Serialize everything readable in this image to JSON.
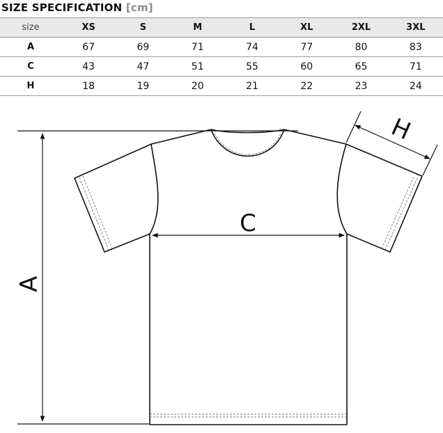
{
  "header": {
    "title": "SIZE SPECIFICATION",
    "unit": "[cm]"
  },
  "table": {
    "corner_label": "size",
    "columns": [
      "XS",
      "S",
      "M",
      "L",
      "XL",
      "2XL",
      "3XL"
    ],
    "rows": [
      {
        "label": "A",
        "values": [
          "67",
          "69",
          "71",
          "74",
          "77",
          "80",
          "83"
        ]
      },
      {
        "label": "C",
        "values": [
          "43",
          "47",
          "51",
          "55",
          "60",
          "65",
          "71"
        ]
      },
      {
        "label": "H",
        "values": [
          "18",
          "19",
          "20",
          "21",
          "22",
          "23",
          "24"
        ]
      }
    ]
  },
  "diagram": {
    "length_label": "A",
    "chest_label": "C",
    "sleeve_label": "H"
  }
}
